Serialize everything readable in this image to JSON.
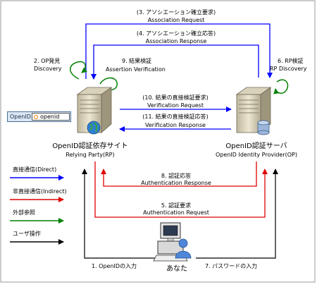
{
  "steps": {
    "s3": {
      "jp": "(3. アソシエーション確立要求)",
      "en": "Association Request"
    },
    "s4": {
      "jp": "(4. アソシエーション確立応答)",
      "en": "Association Response"
    },
    "s9": {
      "jp": "9. 結果検証",
      "en": "Assertion Verification"
    },
    "s6": {
      "jp": "6. RP検証",
      "en": "RP Discovery"
    },
    "s2": {
      "jp": "2. OP発見",
      "en": "Discovery"
    },
    "s10": {
      "jp": "(10. 結果の直接検証要求)",
      "en": "Verification Request"
    },
    "s11": {
      "jp": "(11. 結果の直接検証応答)",
      "en": "Verification Response"
    },
    "s8": {
      "jp": "8. 認証応答",
      "en": "Authentication Response"
    },
    "s5": {
      "jp": "5. 認証要求",
      "en": "Authentication Request"
    },
    "s1": {
      "jp": "1. OpenIDの入力"
    },
    "s7": {
      "jp": "7. パスワードの入力"
    }
  },
  "rp": {
    "name": "OpenID認証依存サイト",
    "sub": "Relying Party(RP)"
  },
  "op": {
    "name": "OpenID認証サーバ",
    "sub": "OpenID Identity Provider(OP)"
  },
  "user": {
    "label": "あなた"
  },
  "login_field": {
    "label": "OpenID",
    "value": "openid"
  },
  "legend": {
    "direct": "直接通信(Direct)",
    "indirect": "非直接通信(Indirect)",
    "external": "外部参照",
    "user_op": "ユーザ操作"
  },
  "colors": {
    "direct": "#0000ff",
    "indirect": "#e00000",
    "external": "#008000",
    "user": "#000000"
  }
}
